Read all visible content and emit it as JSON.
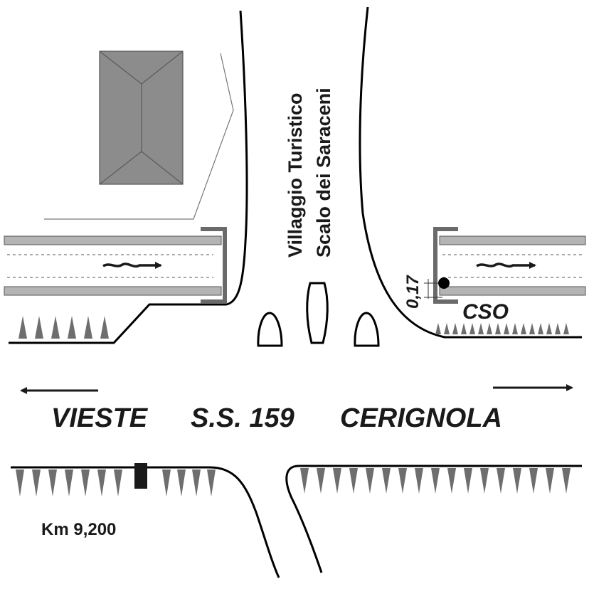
{
  "map": {
    "road_name": "S.S. 159",
    "direction_left": "VIESTE",
    "direction_right": "CERIGNOLA",
    "side_street": {
      "line1": "Villaggio Turistico",
      "line2": "Scalo dei Saraceni"
    },
    "station_label": "CSO",
    "offset_label": "0,17",
    "km_label": "Km 9,200"
  },
  "colors": {
    "road_edge": "#000000",
    "guardrail_fill": "#b4b4b4",
    "building_fill": "#8c8c8c",
    "vegetation": "#6e6e6e",
    "label_text": "#1a1a1a"
  },
  "icons": {
    "arrow_left": "left-arrow-icon",
    "arrow_right": "right-arrow-icon",
    "flow_arrow": "wavy-arrow-icon",
    "station_marker": "filled-dot-icon",
    "km_marker": "milestone-icon"
  }
}
